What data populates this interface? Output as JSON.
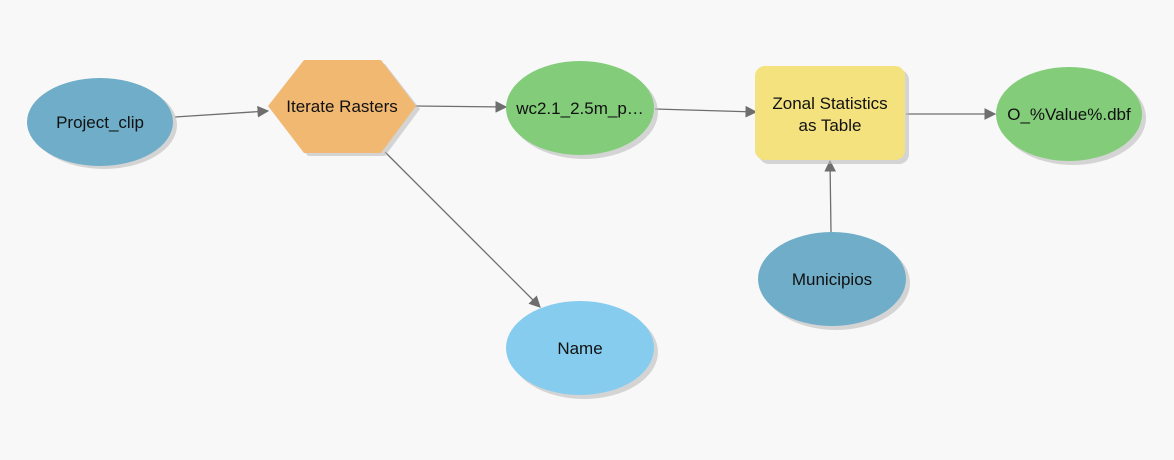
{
  "model": {
    "nodes": {
      "project_clip": {
        "label": "Project_clip",
        "kind": "input-data",
        "color": "#6fadc9"
      },
      "iterate_rasters": {
        "label": "Iterate Rasters",
        "kind": "iterator-tool",
        "color": "#f1b872"
      },
      "wc_raster": {
        "label": "wc2.1_2.5m_p…",
        "kind": "derived-data",
        "color": "#82cc7a"
      },
      "zonal_stats": {
        "label_line1": "Zonal Statistics",
        "label_line2": "as Table",
        "kind": "tool",
        "color": "#f3e27e"
      },
      "output_dbf": {
        "label": "O_%Value%.dbf",
        "kind": "output-data",
        "color": "#82cc7a"
      },
      "municipios": {
        "label": "Municipios",
        "kind": "input-data",
        "color": "#6fadc9"
      },
      "name": {
        "label": "Name",
        "kind": "variable",
        "color": "#86ccee"
      }
    },
    "connections": [
      {
        "from": "Project_clip",
        "to": "Iterate Rasters"
      },
      {
        "from": "Iterate Rasters",
        "to": "wc2.1_2.5m_p…"
      },
      {
        "from": "Iterate Rasters",
        "to": "Name"
      },
      {
        "from": "wc2.1_2.5m_p…",
        "to": "Zonal Statistics as Table"
      },
      {
        "from": "Municipios",
        "to": "Zonal Statistics as Table"
      },
      {
        "from": "Zonal Statistics as Table",
        "to": "O_%Value%.dbf"
      }
    ],
    "colors": {
      "background": "#f8f8f8",
      "connector": "#6e6e6e",
      "shadow": "#bdbdbd"
    }
  }
}
